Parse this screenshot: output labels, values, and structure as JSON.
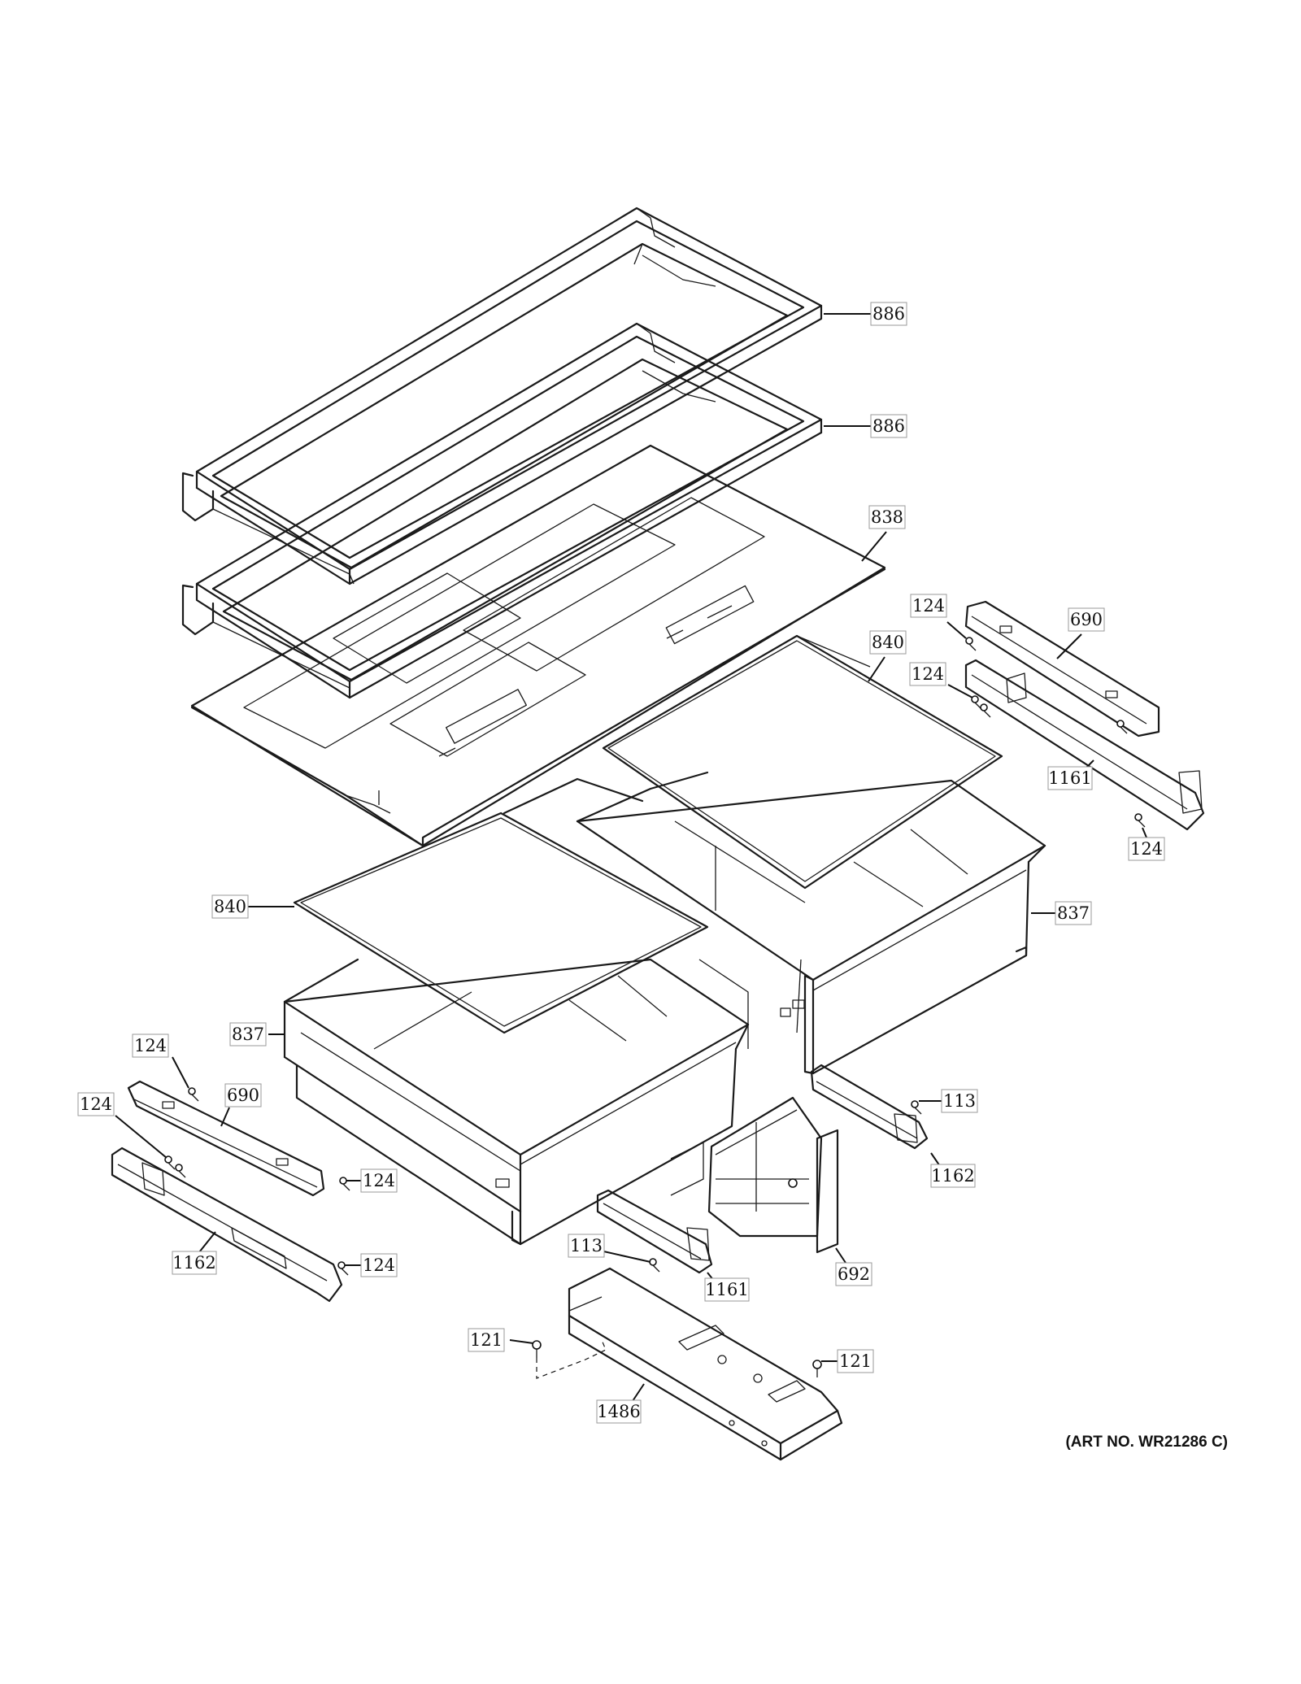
{
  "diagram": {
    "art_number": "(ART NO. WR21286 C)",
    "callouts": [
      {
        "id": "c886a",
        "label": "886"
      },
      {
        "id": "c886b",
        "label": "886"
      },
      {
        "id": "c838",
        "label": "838"
      },
      {
        "id": "c124a",
        "label": "124"
      },
      {
        "id": "c690a",
        "label": "690"
      },
      {
        "id": "c840a",
        "label": "840"
      },
      {
        "id": "c124b",
        "label": "124"
      },
      {
        "id": "c1161a",
        "label": "1161"
      },
      {
        "id": "c124c",
        "label": "124"
      },
      {
        "id": "c840b",
        "label": "840"
      },
      {
        "id": "c837a",
        "label": "837"
      },
      {
        "id": "c837b",
        "label": "837"
      },
      {
        "id": "c124d",
        "label": "124"
      },
      {
        "id": "c690b",
        "label": "690"
      },
      {
        "id": "c124e",
        "label": "124"
      },
      {
        "id": "c124f",
        "label": "124"
      },
      {
        "id": "c113a",
        "label": "113"
      },
      {
        "id": "c1162a",
        "label": "1162"
      },
      {
        "id": "c1162b",
        "label": "1162"
      },
      {
        "id": "c124g",
        "label": "124"
      },
      {
        "id": "c113b",
        "label": "113"
      },
      {
        "id": "c1161b",
        "label": "1161"
      },
      {
        "id": "c692",
        "label": "692"
      },
      {
        "id": "c121a",
        "label": "121"
      },
      {
        "id": "c121b",
        "label": "121"
      },
      {
        "id": "c1486",
        "label": "1486"
      }
    ]
  }
}
